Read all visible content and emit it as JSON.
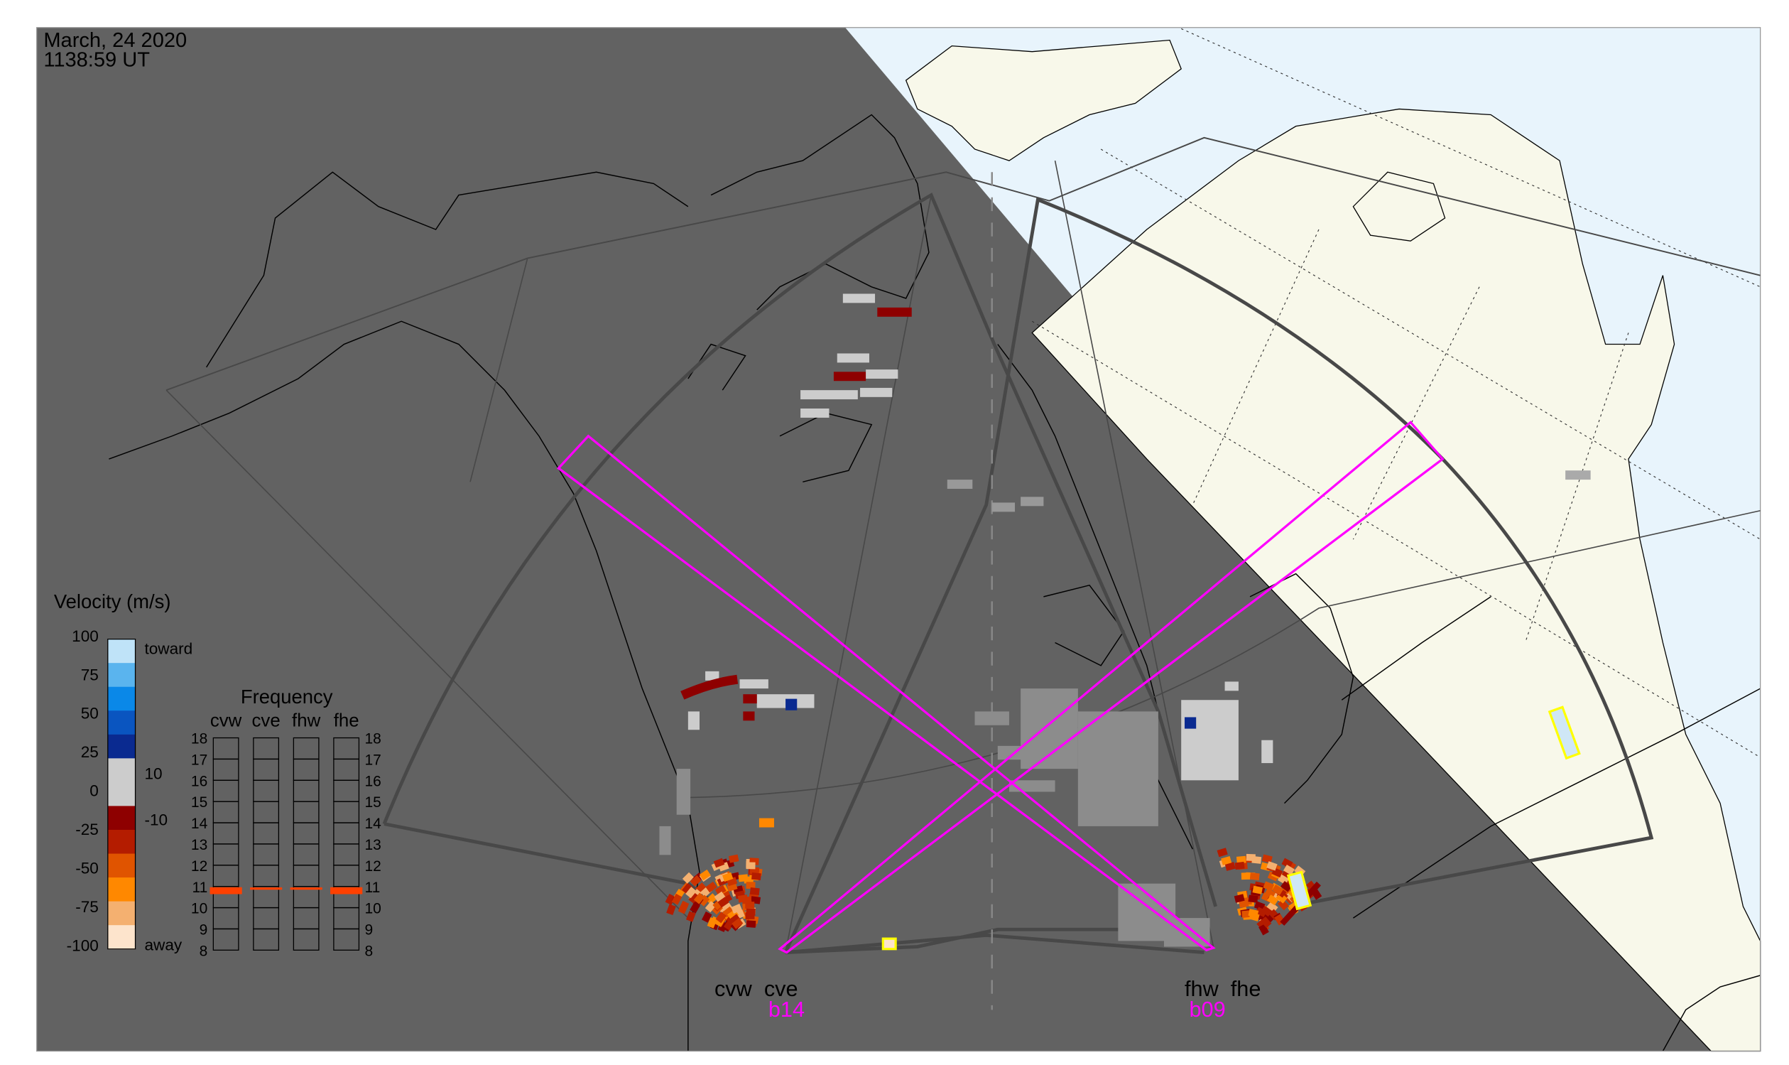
{
  "header": {
    "date": "March, 24 2020",
    "time": "1138:59 UT"
  },
  "velocity_legend": {
    "title": "Velocity (m/s)",
    "ticks": [
      "100",
      "75",
      "50",
      "25",
      "0",
      "-25",
      "-50",
      "-75",
      "-100"
    ],
    "inner_labels": {
      "toward": "toward",
      "pos": "10",
      "neg": "-10",
      "away": "away"
    },
    "colors": [
      "#bfe3f8",
      "#5ab4ee",
      "#0a88e8",
      "#0a55c0",
      "#0a2a90",
      "#cccccc",
      "#cccccc",
      "#8e0000",
      "#b41c00",
      "#e05400",
      "#ff8800",
      "#f4b070",
      "#fde4cc"
    ]
  },
  "frequency_legend": {
    "title": "Frequency",
    "radars": [
      "cvw",
      "cve",
      "fhw",
      "fhe"
    ],
    "ticks": [
      "18",
      "17",
      "16",
      "15",
      "14",
      "13",
      "12",
      "11",
      "10",
      "9",
      "8"
    ],
    "values_mhz": [
      10.8,
      10.9,
      10.9,
      10.8
    ],
    "marker_color": "#ff4000"
  },
  "radar_sites": {
    "west": {
      "radars": "cvw  cve",
      "beam": "b14"
    },
    "east": {
      "radars": "fhw  fhe",
      "beam": "b09"
    }
  },
  "colors": {
    "map_night": "#626262",
    "ocean_day": "#e8f4fc",
    "land_day": "#f8f8ea",
    "beam": "#ff00ff",
    "fov": "#484848",
    "highlight": "#ffff00"
  }
}
